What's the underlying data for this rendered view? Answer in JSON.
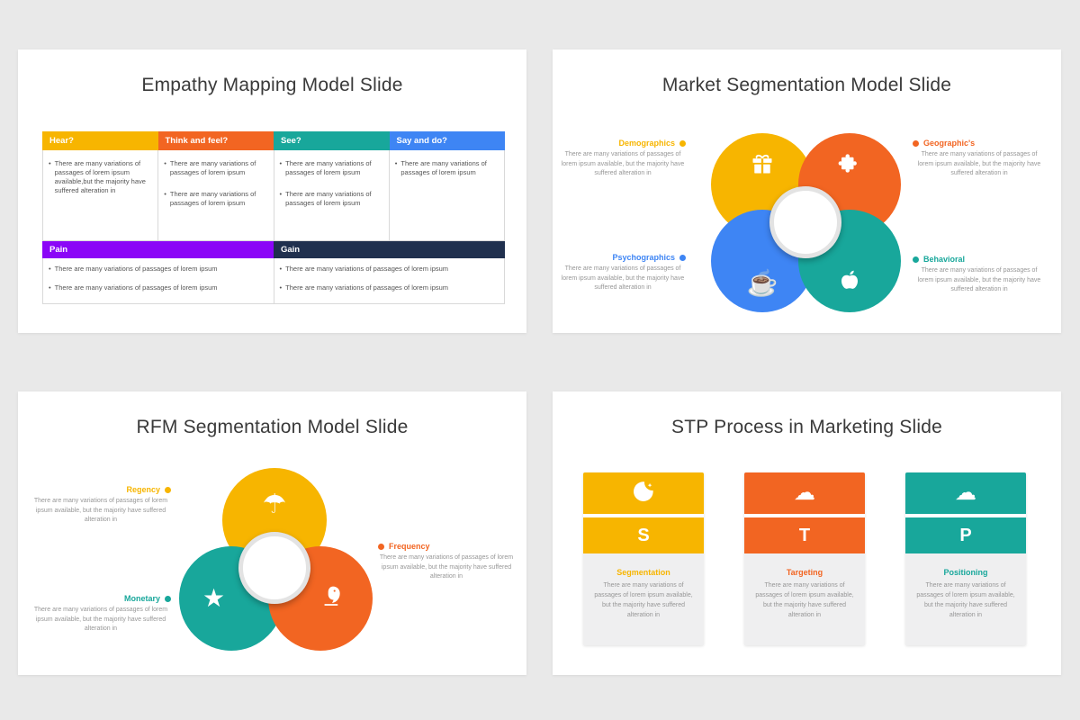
{
  "page": {
    "background": "#e9e9e9",
    "slide_background": "#ffffff"
  },
  "colors": {
    "yellow": "#F7B500",
    "orange": "#F26522",
    "teal": "#18A79B",
    "blue": "#3E85F4",
    "purple": "#8B06F7",
    "navy": "#20304E",
    "title_text": "#3a3a3a",
    "muted_text": "#979797"
  },
  "icons": {
    "umbrella": "☂",
    "star": "★",
    "coffee": "☕",
    "cloud": "☁"
  },
  "empathy": {
    "title": "Empathy Mapping Model Slide",
    "columns": [
      {
        "header": "Hear?",
        "color": "#F7B500",
        "bullets": [
          "There are many variations of passages of lorem ipsum available,but the majority have suffered alteration in"
        ]
      },
      {
        "header": "Think and feel?",
        "color": "#F26522",
        "bullets": [
          "There are many variations of passages of lorem ipsum",
          "There are many variations of passages of lorem ipsum"
        ]
      },
      {
        "header": "See?",
        "color": "#18A79B",
        "bullets": [
          "There are many variations of passages of lorem ipsum",
          "There are many variations of passages of lorem ipsum"
        ]
      },
      {
        "header": "Say and do?",
        "color": "#3E85F4",
        "bullets": [
          "There are many variations of passages of lorem ipsum"
        ]
      }
    ],
    "bottom_rows": [
      {
        "header": "Pain",
        "color": "#8B06F7",
        "bullets": [
          "There are many variations of passages of lorem ipsum",
          "There are many variations of passages of lorem ipsum"
        ]
      },
      {
        "header": "Gain",
        "color": "#20304E",
        "bullets": [
          "There are many variations of passages of lorem ipsum",
          "There are many variations of passages of lorem ipsum"
        ]
      }
    ]
  },
  "market": {
    "title": "Market Segmentation Model Slide",
    "segments": [
      {
        "name": "Demographics",
        "color": "#F7B500",
        "icon": "gift-icon",
        "desc": "There are many variations of passages of lorem ipsum available, but the majority have suffered alteration in"
      },
      {
        "name": "Geographic's",
        "color": "#F26522",
        "icon": "puzzle-icon",
        "desc": "There are many variations of passages of lorem ipsum available, but the majority have suffered alteration in"
      },
      {
        "name": "Psychographics",
        "color": "#3E85F4",
        "icon": "coffee-cup-icon",
        "desc": "There are many variations of passages of lorem ipsum available, but the majority have suffered alteration in"
      },
      {
        "name": "Behavioral",
        "color": "#18A79B",
        "icon": "apple-icon",
        "desc": "There are many variations of passages of lorem ipsum available, but the majority have suffered alteration in"
      }
    ]
  },
  "rfm": {
    "title": "RFM Segmentation Model Slide",
    "segments": [
      {
        "name": "Regency",
        "color": "#F7B500",
        "icon": "umbrella-icon",
        "desc": "There are many variations of passages of lorem ipsum available, but the majority have suffered alteration in"
      },
      {
        "name": "Frequency",
        "color": "#F26522",
        "icon": "parrot-icon",
        "desc": "There are many variations of passages of lorem ipsum available, but the majority have suffered alteration in"
      },
      {
        "name": "Monetary",
        "color": "#18A79B",
        "icon": "star-icon",
        "desc": "There are many variations of passages of lorem ipsum available, but the majority have suffered alteration in"
      }
    ]
  },
  "stp": {
    "title": "STP Process in Marketing Slide",
    "cards": [
      {
        "letter": "S",
        "label": "Segmentation",
        "color": "#F7B500",
        "icon": "moon-stars-icon",
        "desc": "There are many variations of passages of lorem ipsum available, but the majority have suffered alteration in"
      },
      {
        "letter": "T",
        "label": "Targeting",
        "color": "#F26522",
        "icon": "cloud-icon",
        "desc": "There are many variations of passages of lorem ipsum available, but the majority have suffered alteration in"
      },
      {
        "letter": "P",
        "label": "Positioning",
        "color": "#18A79B",
        "icon": "cloud-icon",
        "desc": "There are many variations of passages of lorem ipsum available, but the majority have suffered alteration in"
      }
    ]
  }
}
